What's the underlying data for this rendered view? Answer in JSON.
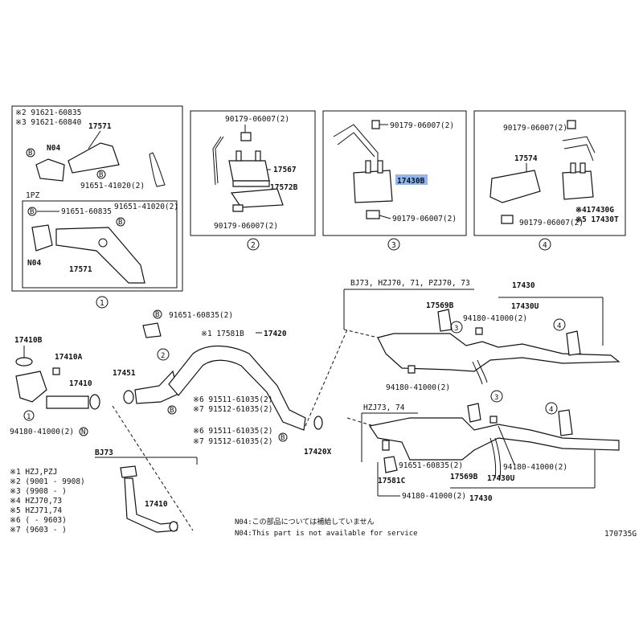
{
  "diagram": {
    "panel1": {
      "ref_a": "※2 91621-60835",
      "ref_b": "※3 91621-60840",
      "part_17571": "17571",
      "n04": "N04",
      "bolt_91651": "91651-41020(2)",
      "sub_label": "1PZ",
      "sub_bolt_a": "91651-60835",
      "sub_bolt_b": "91651-41020(2)",
      "sub_n04": "N04",
      "sub_17571": "17571",
      "index": "1",
      "b_marker": "B"
    },
    "panel2": {
      "nut_top": "90179-06007(2)",
      "part_17567": "17567",
      "part_17572B": "17572B",
      "nut_bottom": "90179-06007(2)",
      "index": "2"
    },
    "panel3": {
      "nut_top": "90179-06007(2)",
      "part_17430B": "17430B",
      "nut_bottom": "90179-06007(2)",
      "index": "3"
    },
    "panel4": {
      "nut_top": "90179-06007(2)",
      "part_17574": "17574",
      "part_17430G": "※417430G",
      "nut_bottom": "90179-06007(2)",
      "part_17430T": "※5 17430T",
      "index": "4"
    },
    "front": {
      "part_17410B": "17410B",
      "part_17410A": "17410A",
      "part_17410": "17410",
      "bolt_94180": "94180-41000(2)",
      "n_marker": "N",
      "part_17451": "17451",
      "bolt_91651": "91651-60835(2)",
      "ref_17581B": "※1 17581B",
      "part_17420": "17420",
      "bolt_a1": "※6 91511-61035(2)",
      "bolt_a2": "※7 91512-61035(2)",
      "bolt_b1": "※6 91511-61035(2)",
      "bolt_b2": "※7 91512-61035(2)",
      "part_17420X": "17420X",
      "index2": "2",
      "bj73": "BJ73",
      "bj73_17410": "17410",
      "circle1": "1"
    },
    "upper_right": {
      "models": "BJ73, HZJ70, 71, PZJ70, 73",
      "part_17430": "17430",
      "part_17430U": "17430U",
      "part_17569B": "17569B",
      "bolt_top": "94180-41000(2)",
      "bolt_bottom": "94180-41000(2)",
      "circle3": "3",
      "circle4": "4"
    },
    "lower_right": {
      "models": "HZJ73, 74",
      "bolt_91651": "91651-60835(2)",
      "part_17581C": "17581C",
      "part_17569B": "17569B",
      "part_17430U": "17430U",
      "bolt_right": "94180-41000(2)",
      "bolt_bottom": "94180-41000(2)",
      "part_17430": "17430",
      "circle3": "3",
      "circle4": "4"
    },
    "legend": [
      "※1 HZJ,PZJ",
      "※2 (9001 - 9908)",
      "※3 (9908 -      )",
      "※4 HZJ70,73",
      "※5 HZJ71,74",
      "※6 (      - 9603)",
      "※7 (9603 -      )"
    ],
    "notes": {
      "jp": "N04:この部品については補給していません",
      "en": "N04:This part is not available for service"
    },
    "figure_code": "170735G"
  }
}
